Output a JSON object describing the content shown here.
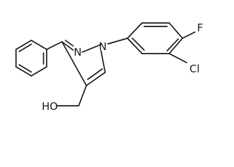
{
  "molecule": {
    "atom_labels": {
      "fluorine": "F",
      "chlorine": "Cl",
      "pyrazole_n1": "N",
      "pyrazole_n2": "N",
      "hydroxyl": "HO"
    }
  }
}
